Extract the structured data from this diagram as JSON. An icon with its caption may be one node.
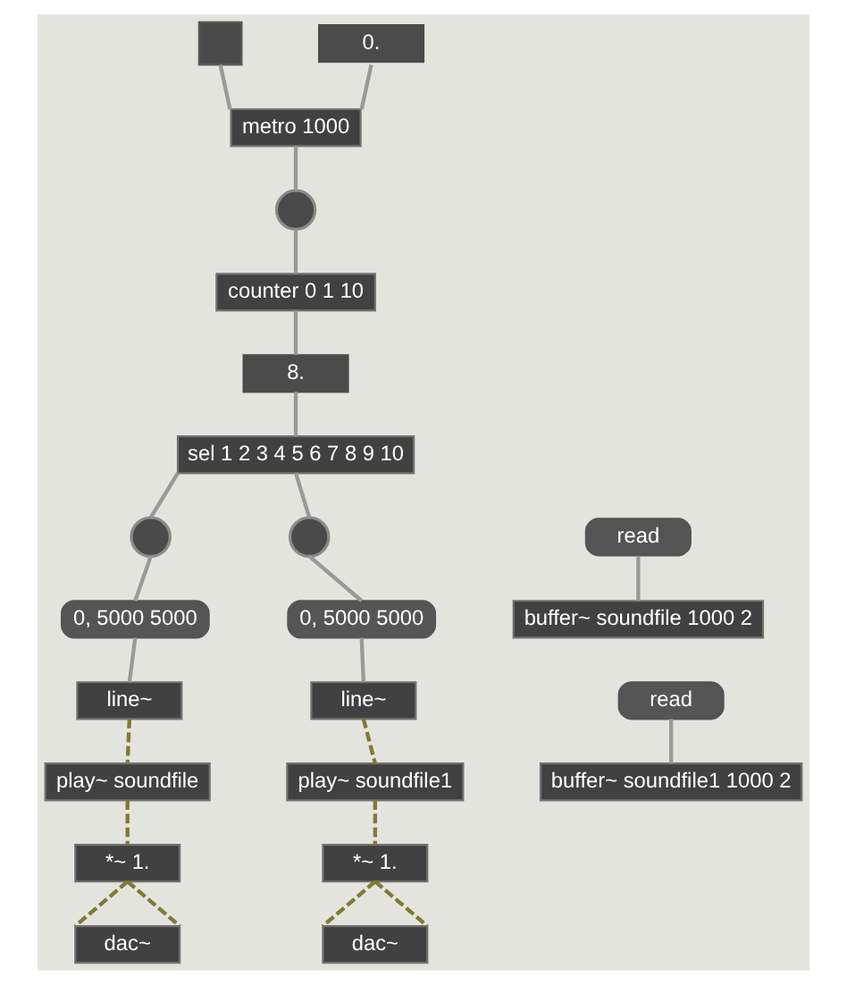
{
  "diagram": {
    "nodes": [
      {
        "text": [],
        "shape": "box"
      },
      {
        "text": [
          "0."
        ]
      },
      {
        "text": [
          "metro 1000"
        ]
      },
      {
        "text": [],
        "shape": "circle"
      },
      {
        "text": [
          "counter 0 1 10"
        ]
      },
      {
        "text": [
          "8."
        ]
      },
      {
        "text": [
          "sel 1 2 3 4 5 6 7 8 9 10"
        ]
      },
      {
        "text": [],
        "shape": "circle"
      },
      {
        "text": [],
        "shape": "circle"
      },
      {
        "text": [
          "read"
        ]
      },
      {
        "text": [
          "0, 5000 5000"
        ]
      },
      {
        "text": [
          "0, 5000 5000"
        ]
      },
      {
        "text": [
          "buffer~ soundfile 1000 2"
        ]
      },
      {
        "text": [
          "line~"
        ]
      },
      {
        "text": [
          "line~"
        ]
      },
      {
        "text": [
          "read"
        ]
      },
      {
        "text": [
          "play~ soundfile"
        ]
      },
      {
        "text": [
          "play~ soundfile1"
        ]
      },
      {
        "text": [
          "buffer~ soundfile1 1000 2"
        ]
      },
      {
        "text": [
          "*~ 1."
        ]
      },
      {
        "text": [
          "*~ 1."
        ]
      },
      {
        "text": [
          "dac~"
        ]
      },
      {
        "text": [
          "dac~"
        ]
      }
    ],
    "edges": [
      {
        "from": 0,
        "to": 2,
        "arrow": "none"
      },
      {
        "from": 1,
        "to": 2,
        "arrow": "none"
      },
      {
        "from": 2,
        "to": 3,
        "arrow": "none"
      },
      {
        "from": 3,
        "to": 4,
        "arrow": "none"
      },
      {
        "from": 4,
        "to": 5,
        "arrow": "none"
      },
      {
        "from": 5,
        "to": 6,
        "arrow": "none"
      },
      {
        "from": 6,
        "to": 7,
        "arrow": "none"
      },
      {
        "from": 6,
        "to": 8,
        "arrow": "none"
      },
      {
        "from": 7,
        "to": 10,
        "arrow": "none"
      },
      {
        "from": 8,
        "to": 11,
        "arrow": "none"
      },
      {
        "from": 10,
        "to": 13,
        "arrow": "none"
      },
      {
        "from": 11,
        "to": 14,
        "arrow": "none"
      },
      {
        "from": 13,
        "to": 16,
        "arrow": "none",
        "style": "dashed",
        "color": "#7f7a35"
      },
      {
        "from": 14,
        "to": 17,
        "arrow": "none",
        "style": "dashed",
        "color": "#7f7a35"
      },
      {
        "from": 16,
        "to": 19,
        "arrow": "none",
        "style": "dashed",
        "color": "#7f7a35"
      },
      {
        "from": 17,
        "to": 20,
        "arrow": "none",
        "style": "dashed",
        "color": "#7f7a35"
      },
      {
        "from": 19,
        "to": 21,
        "arrow": "none",
        "style": "dashed",
        "color": "#7f7a35"
      },
      {
        "from": 19,
        "to": 21,
        "arrow": "none",
        "style": "dashed",
        "color": "#7f7a35"
      },
      {
        "from": 20,
        "to": 22,
        "arrow": "none",
        "style": "dashed",
        "color": "#7f7a35"
      },
      {
        "from": 20,
        "to": 22,
        "arrow": "none",
        "style": "dashed",
        "color": "#7f7a35"
      },
      {
        "from": 9,
        "to": 12,
        "arrow": "none"
      },
      {
        "from": 15,
        "to": 18,
        "arrow": "none"
      }
    ]
  }
}
